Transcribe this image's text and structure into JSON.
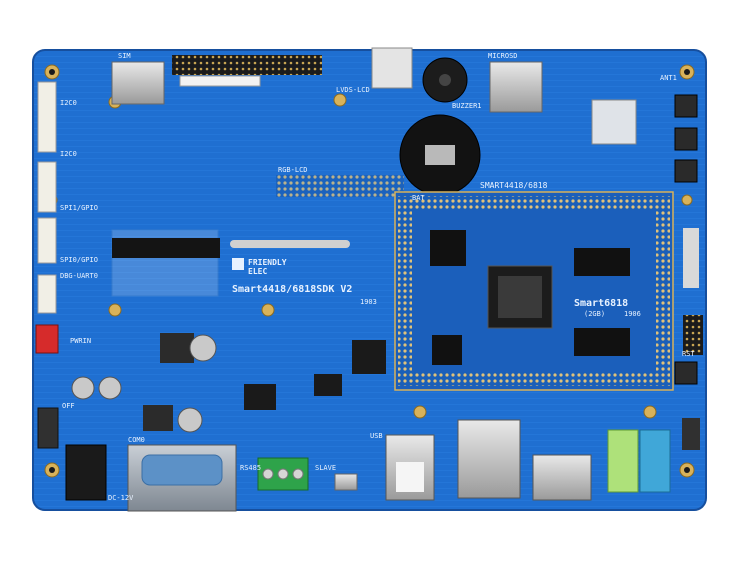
{
  "board": {
    "brand_line1": "FRIENDLY",
    "brand_line2": "ELEC",
    "model": "Smart4418/6818SDK V2",
    "date_code": "1903",
    "board_label_small": "SMART4418/6818",
    "colors": {
      "pcb": "#1f6fd1",
      "pcb_dark": "#164f9e",
      "silk": "#e8f2ff",
      "gold": "#d8b25a"
    }
  },
  "module": {
    "name": "Smart6818",
    "memory": "(2GB)",
    "date_code": "1906"
  },
  "silkscreen": {
    "lvds_lcd": "LVDS-LCD",
    "rgb_lcd": "RGB-LCD",
    "i2c_1": "I2C0",
    "i2c_2": "I2C0",
    "spi_gpio_1": "SPI1/GPIO",
    "spi_gpio_2": "SPI0/GPIO",
    "dbg_uart": "DBG-UART0",
    "pwrin": "PWRIN",
    "off": "OFF",
    "dc_12v": "DC-12V",
    "com0": "COM0",
    "rs485": "RS485",
    "slave": "SLAVE",
    "usb": "USB",
    "rst": "RST",
    "sim": "SIM",
    "sd": "MICROSD",
    "buzzer": "BUZZER1",
    "bat": "BAT",
    "ant": "ANT1"
  }
}
